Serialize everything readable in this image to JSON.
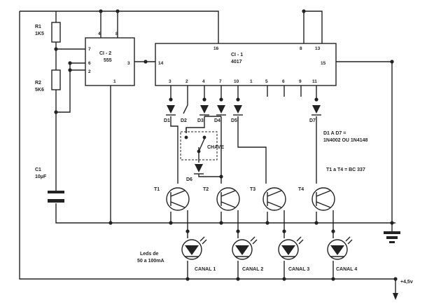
{
  "components": {
    "r1": {
      "ref": "R1",
      "value": "1K5"
    },
    "r2": {
      "ref": "R2",
      "value": "5K6"
    },
    "c1": {
      "ref": "C1",
      "value": "10µF"
    },
    "ci2": {
      "ref": "CI - 2",
      "part": "555"
    },
    "ci1": {
      "ref": "CI - 1",
      "part": "4017"
    },
    "chave": "CHAVE",
    "d6": "D6",
    "diodes": [
      "D1",
      "D2",
      "D3",
      "D4",
      "D5",
      "D7"
    ],
    "transistors": [
      "T1",
      "T2",
      "T3",
      "T4"
    ]
  },
  "pins_555": {
    "p4": "4",
    "p8": "8",
    "p7": "7",
    "p6": "6",
    "p2": "2",
    "p3": "3",
    "p1": "1"
  },
  "pins_4017": {
    "p16": "16",
    "p8": "8",
    "p13": "13",
    "p14": "14",
    "p15": "15",
    "outs": [
      "3",
      "2",
      "4",
      "7",
      "10",
      "1",
      "5",
      "6",
      "9",
      "11"
    ]
  },
  "notes": {
    "diodes_line1": "D1 A D7 =",
    "diodes_line2": "1N4002 OU 1N4148",
    "transistors": "T1 a T4 = BC 337",
    "leds_line1": "Leds de",
    "leds_line2": "50 a 100mA"
  },
  "channels": [
    "CANAL 1",
    "CANAL 2",
    "CANAL 3",
    "CANAL 4"
  ],
  "supply": "+4,5v"
}
